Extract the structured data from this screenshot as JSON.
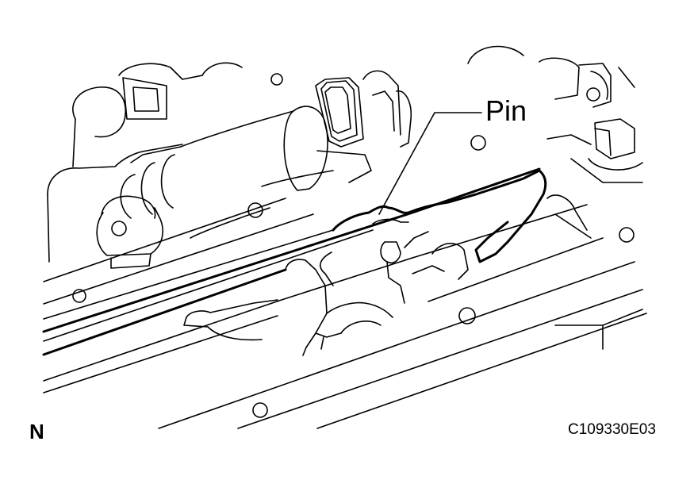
{
  "diagram": {
    "callout": {
      "label": "Pin"
    },
    "view_letter": "N",
    "figure_code": "C109330E03",
    "colors": {
      "ink": "#000000",
      "background": "#ffffff"
    }
  }
}
